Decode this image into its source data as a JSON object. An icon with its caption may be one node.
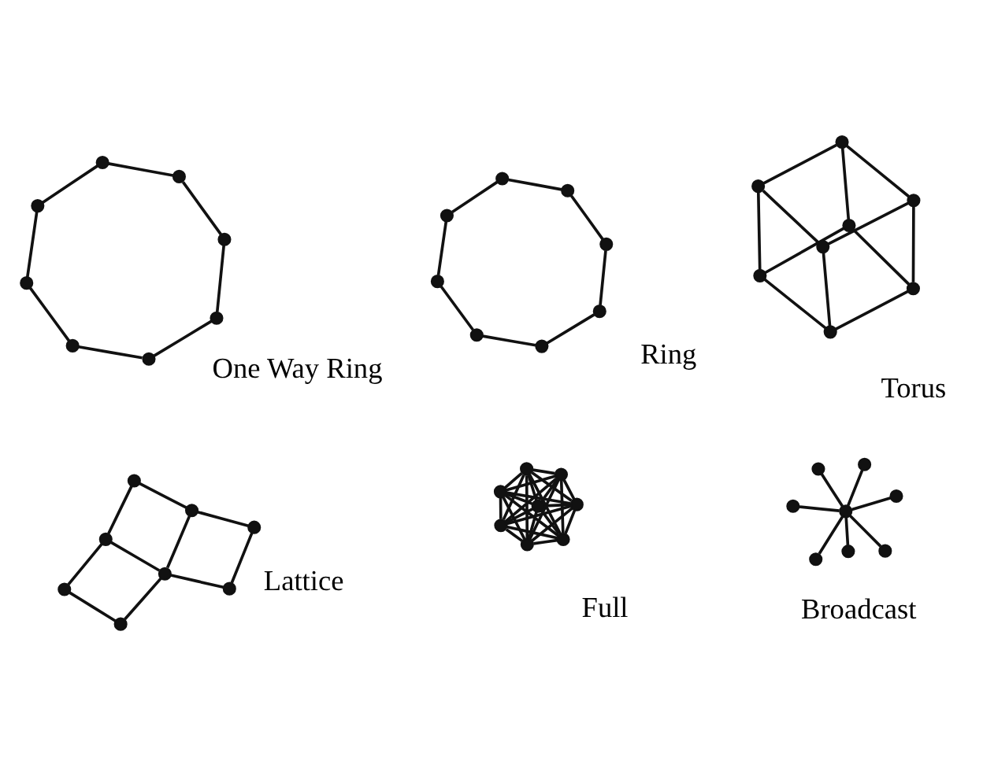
{
  "diagram": {
    "nodes": [
      {
        "text": [],
        "shape": "circle"
      },
      {
        "text": [],
        "shape": "circle"
      },
      {
        "text": [],
        "shape": "circle"
      },
      {
        "text": [],
        "shape": "circle"
      },
      {
        "text": [],
        "shape": "circle"
      },
      {
        "text": [],
        "shape": "circle"
      },
      {
        "text": [],
        "shape": "circle"
      },
      {
        "text": [],
        "shape": "circle"
      },
      {
        "text": [],
        "shape": "circle"
      },
      {
        "text": [],
        "shape": "circle"
      },
      {
        "text": [],
        "shape": "circle"
      },
      {
        "text": [],
        "shape": "circle"
      },
      {
        "text": [],
        "shape": "circle"
      },
      {
        "text": [],
        "shape": "circle"
      },
      {
        "text": [],
        "shape": "circle"
      },
      {
        "text": [],
        "shape": "circle"
      },
      {
        "text": [],
        "shape": "circle"
      },
      {
        "text": [],
        "shape": "circle"
      },
      {
        "text": [],
        "shape": "circle"
      },
      {
        "text": [],
        "shape": "circle"
      },
      {
        "text": [],
        "shape": "circle"
      },
      {
        "text": [],
        "shape": "circle"
      },
      {
        "text": [],
        "shape": "circle"
      },
      {
        "text": [],
        "shape": "circle"
      },
      {
        "text": [],
        "shape": "circle"
      },
      {
        "text": [],
        "shape": "circle"
      },
      {
        "text": [],
        "shape": "circle"
      },
      {
        "text": [],
        "shape": "circle"
      },
      {
        "text": [],
        "shape": "circle"
      },
      {
        "text": [],
        "shape": "circle"
      },
      {
        "text": [],
        "shape": "circle"
      },
      {
        "text": [],
        "shape": "circle"
      },
      {
        "text": [],
        "shape": "circle"
      },
      {
        "text": [],
        "shape": "circle"
      },
      {
        "text": [],
        "shape": "circle"
      },
      {
        "text": [],
        "shape": "circle"
      },
      {
        "text": [],
        "shape": "circle"
      },
      {
        "text": [],
        "shape": "circle"
      },
      {
        "text": [],
        "shape": "circle"
      },
      {
        "text": [],
        "shape": "circle"
      },
      {
        "text": [],
        "shape": "circle"
      },
      {
        "text": [],
        "shape": "circle"
      },
      {
        "text": [],
        "shape": "circle"
      },
      {
        "text": [],
        "shape": "circle"
      },
      {
        "text": [],
        "shape": "circle"
      },
      {
        "text": [],
        "shape": "circle"
      },
      {
        "text": [],
        "shape": "circle"
      },
      {
        "text": [],
        "shape": "circle"
      }
    ],
    "edges": [
      {
        "from": 0,
        "to": 2,
        "arrow": "none"
      },
      {
        "from": 2,
        "to": 4,
        "arrow": "none"
      },
      {
        "from": 4,
        "to": 6,
        "arrow": "none"
      },
      {
        "from": 6,
        "to": 7,
        "arrow": "none"
      },
      {
        "from": 7,
        "to": 5,
        "arrow": "none"
      },
      {
        "from": 5,
        "to": 3,
        "arrow": "none"
      },
      {
        "from": 3,
        "to": 1,
        "arrow": "none"
      },
      {
        "from": 1,
        "to": 0,
        "arrow": "none"
      },
      {
        "from": 8,
        "to": 10,
        "arrow": "none"
      },
      {
        "from": 10,
        "to": 12,
        "arrow": "none"
      },
      {
        "from": 12,
        "to": 14,
        "arrow": "none"
      },
      {
        "from": 14,
        "to": 15,
        "arrow": "none"
      },
      {
        "from": 15,
        "to": 13,
        "arrow": "none"
      },
      {
        "from": 13,
        "to": 11,
        "arrow": "none"
      },
      {
        "from": 11,
        "to": 9,
        "arrow": "none"
      },
      {
        "from": 9,
        "to": 8,
        "arrow": "none"
      },
      {
        "from": 19,
        "to": 16,
        "arrow": "none"
      },
      {
        "from": 19,
        "to": 17,
        "arrow": "none"
      },
      {
        "from": 19,
        "to": 18,
        "arrow": "none"
      },
      {
        "from": 19,
        "to": 20,
        "arrow": "none"
      },
      {
        "from": 19,
        "to": 21,
        "arrow": "none"
      },
      {
        "from": 19,
        "to": 22,
        "arrow": "none"
      },
      {
        "from": 19,
        "to": 23,
        "arrow": "none"
      },
      {
        "from": 24,
        "to": 25,
        "arrow": "none"
      },
      {
        "from": 25,
        "to": 26,
        "arrow": "none"
      },
      {
        "from": 27,
        "to": 28,
        "arrow": "none"
      },
      {
        "from": 28,
        "to": 29,
        "arrow": "none"
      },
      {
        "from": 30,
        "to": 31,
        "arrow": "none"
      },
      {
        "from": 24,
        "to": 27,
        "arrow": "none"
      },
      {
        "from": 27,
        "to": 30,
        "arrow": "none"
      },
      {
        "from": 25,
        "to": 28,
        "arrow": "none"
      },
      {
        "from": 28,
        "to": 31,
        "arrow": "none"
      },
      {
        "from": 26,
        "to": 29,
        "arrow": "none"
      },
      {
        "from": 32,
        "to": 33,
        "arrow": "none"
      },
      {
        "from": 33,
        "to": 39,
        "arrow": "none"
      },
      {
        "from": 39,
        "to": 38,
        "arrow": "none"
      },
      {
        "from": 38,
        "to": 32,
        "arrow": "none"
      },
      {
        "from": 34,
        "to": 35,
        "arrow": "none"
      },
      {
        "from": 35,
        "to": 37,
        "arrow": "none"
      },
      {
        "from": 37,
        "to": 36,
        "arrow": "none"
      },
      {
        "from": 36,
        "to": 34,
        "arrow": "none"
      },
      {
        "from": 32,
        "to": 34,
        "arrow": "none"
      },
      {
        "from": 33,
        "to": 35,
        "arrow": "none"
      },
      {
        "from": 38,
        "to": 36,
        "arrow": "none"
      },
      {
        "from": 39,
        "to": 37,
        "arrow": "none"
      },
      {
        "from": 40,
        "to": 41,
        "arrow": "none"
      },
      {
        "from": 40,
        "to": 42,
        "arrow": "none"
      },
      {
        "from": 40,
        "to": 43,
        "arrow": "none"
      },
      {
        "from": 40,
        "to": 44,
        "arrow": "none"
      },
      {
        "from": 40,
        "to": 45,
        "arrow": "none"
      },
      {
        "from": 40,
        "to": 46,
        "arrow": "none"
      },
      {
        "from": 40,
        "to": 47,
        "arrow": "none"
      },
      {
        "from": 41,
        "to": 42,
        "arrow": "none"
      },
      {
        "from": 41,
        "to": 43,
        "arrow": "none"
      },
      {
        "from": 41,
        "to": 44,
        "arrow": "none"
      },
      {
        "from": 41,
        "to": 45,
        "arrow": "none"
      },
      {
        "from": 41,
        "to": 46,
        "arrow": "none"
      },
      {
        "from": 41,
        "to": 47,
        "arrow": "none"
      },
      {
        "from": 42,
        "to": 43,
        "arrow": "none"
      },
      {
        "from": 42,
        "to": 44,
        "arrow": "none"
      },
      {
        "from": 42,
        "to": 45,
        "arrow": "none"
      },
      {
        "from": 42,
        "to": 46,
        "arrow": "none"
      },
      {
        "from": 42,
        "to": 47,
        "arrow": "none"
      },
      {
        "from": 43,
        "to": 44,
        "arrow": "none"
      },
      {
        "from": 43,
        "to": 45,
        "arrow": "none"
      },
      {
        "from": 43,
        "to": 46,
        "arrow": "none"
      },
      {
        "from": 43,
        "to": 47,
        "arrow": "none"
      },
      {
        "from": 44,
        "to": 45,
        "arrow": "none"
      },
      {
        "from": 44,
        "to": 46,
        "arrow": "none"
      },
      {
        "from": 44,
        "to": 47,
        "arrow": "none"
      },
      {
        "from": 45,
        "to": 46,
        "arrow": "none"
      },
      {
        "from": 45,
        "to": 47,
        "arrow": "none"
      },
      {
        "from": 46,
        "to": 47,
        "arrow": "none"
      }
    ],
    "labels": [
      "One Way Ring",
      "Ring",
      "Broadcast",
      "Lattice",
      "Torus",
      "Full"
    ]
  }
}
